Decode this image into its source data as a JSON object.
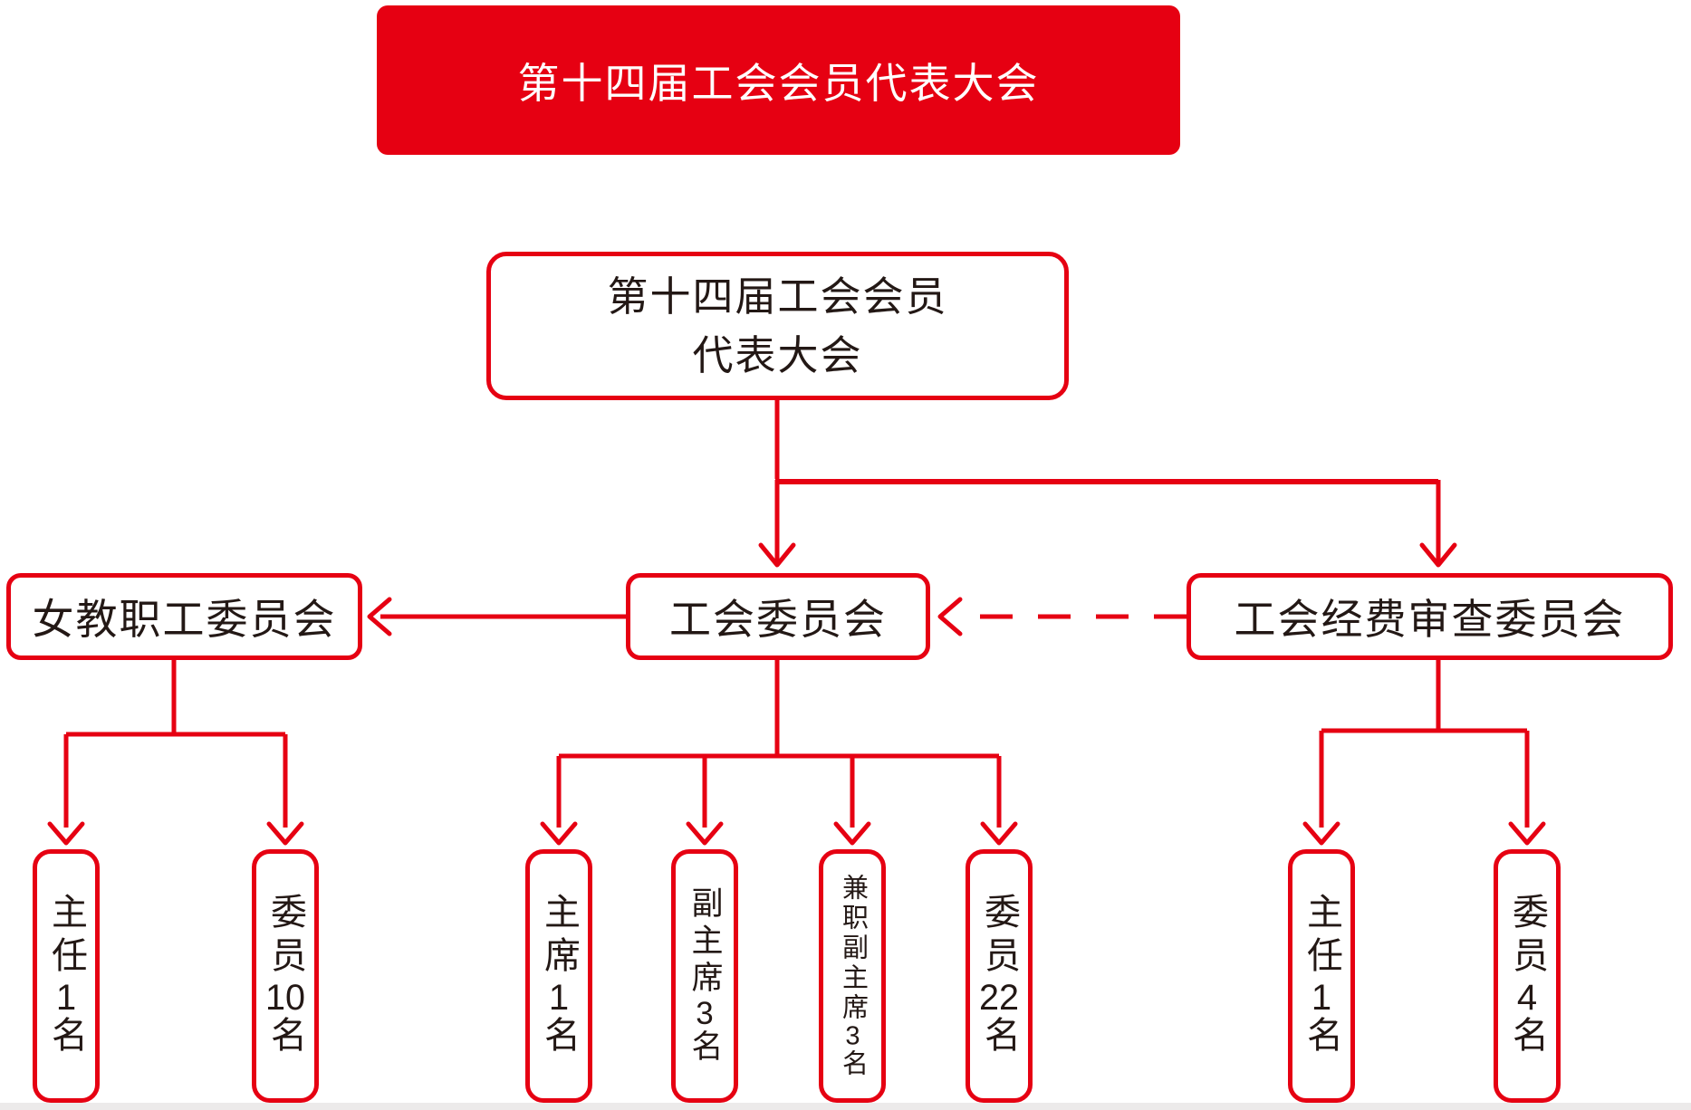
{
  "colors": {
    "accent_red": "#e60012",
    "text_black": "#231815",
    "background": "#ffffff"
  },
  "banner": {
    "title": "第十四届工会会员代表大会"
  },
  "root": {
    "line1": "第十四届工会会员",
    "line2": "代表大会"
  },
  "committees": {
    "women": {
      "label": "女教职工委员会"
    },
    "union": {
      "label": "工会委员会"
    },
    "audit": {
      "label": "工会经费审查委员会"
    }
  },
  "leaves": [
    {
      "role": "主任",
      "count": "1",
      "unit": "名",
      "parent": "women"
    },
    {
      "role": "委员",
      "count": "10",
      "unit": "名",
      "parent": "women"
    },
    {
      "role": "主席",
      "count": "1",
      "unit": "名",
      "parent": "union"
    },
    {
      "role": "副主席",
      "count": "3",
      "unit": "名",
      "parent": "union"
    },
    {
      "role": "兼职副主席",
      "count": "3",
      "unit": "名",
      "parent": "union"
    },
    {
      "role": "委员",
      "count": "22",
      "unit": "名",
      "parent": "union"
    },
    {
      "role": "主任",
      "count": "1",
      "unit": "名",
      "parent": "audit"
    },
    {
      "role": "委员",
      "count": "4",
      "unit": "名",
      "parent": "audit"
    }
  ]
}
